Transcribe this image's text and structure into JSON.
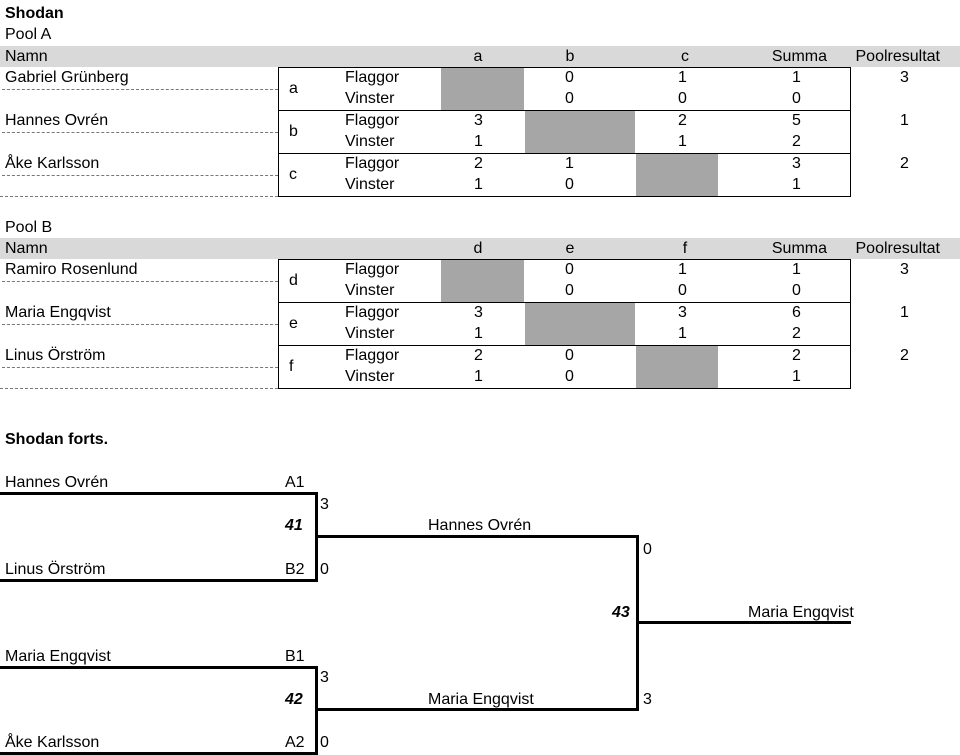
{
  "title": "Shodan",
  "continued_title": "Shodan forts.",
  "pools": [
    {
      "name": "Pool A",
      "headers": {
        "name": "Namn",
        "col1": "a",
        "col2": "b",
        "col3": "c",
        "sum": "Summa",
        "result": "Poolresultat"
      },
      "players": [
        {
          "name": "Gabriel Grünberg",
          "letter": "a",
          "flaggor": [
            "",
            "0",
            "1"
          ],
          "flaggor_sum": "1",
          "result": "3",
          "vinster": [
            "",
            "0",
            "0"
          ],
          "vinster_sum": "0"
        },
        {
          "name": "Hannes Ovrén",
          "letter": "b",
          "flaggor": [
            "3",
            "",
            "2"
          ],
          "flaggor_sum": "5",
          "result": "1",
          "vinster": [
            "1",
            "",
            "1"
          ],
          "vinster_sum": "2"
        },
        {
          "name": "Åke Karlsson",
          "letter": "c",
          "flaggor": [
            "2",
            "1",
            ""
          ],
          "flaggor_sum": "3",
          "result": "2",
          "vinster": [
            "1",
            "0",
            ""
          ],
          "vinster_sum": "1"
        }
      ]
    },
    {
      "name": "Pool B",
      "headers": {
        "name": "Namn",
        "col1": "d",
        "col2": "e",
        "col3": "f",
        "sum": "Summa",
        "result": "Poolresultat"
      },
      "players": [
        {
          "name": "Ramiro Rosenlund",
          "letter": "d",
          "flaggor": [
            "",
            "0",
            "1"
          ],
          "flaggor_sum": "1",
          "result": "3",
          "vinster": [
            "",
            "0",
            "0"
          ],
          "vinster_sum": "0"
        },
        {
          "name": "Maria Engqvist",
          "letter": "e",
          "flaggor": [
            "3",
            "",
            "3"
          ],
          "flaggor_sum": "6",
          "result": "1",
          "vinster": [
            "1",
            "",
            "1"
          ],
          "vinster_sum": "2"
        },
        {
          "name": "Linus Örström",
          "letter": "f",
          "flaggor": [
            "2",
            "0",
            ""
          ],
          "flaggor_sum": "2",
          "result": "2",
          "vinster": [
            "1",
            "0",
            ""
          ],
          "vinster_sum": "1"
        }
      ]
    }
  ],
  "row_labels": {
    "flaggor": "Flaggor",
    "vinster": "Vinster"
  },
  "bracket": {
    "semis": [
      {
        "match": "41",
        "top": {
          "name": "Hannes Ovrén",
          "seed": "A1",
          "score": "3"
        },
        "bottom": {
          "name": "Linus Örström",
          "seed": "B2",
          "score": "0"
        }
      },
      {
        "match": "42",
        "top": {
          "name": "Maria Engqvist",
          "seed": "B1",
          "score": "3"
        },
        "bottom": {
          "name": "Åke Karlsson",
          "seed": "A2",
          "score": "0"
        }
      }
    ],
    "final": {
      "match": "43",
      "top": {
        "name": "Hannes Ovrén",
        "score": "0"
      },
      "bottom": {
        "name": "Maria Engqvist",
        "score": "3"
      },
      "winner": "Maria Engqvist"
    }
  }
}
